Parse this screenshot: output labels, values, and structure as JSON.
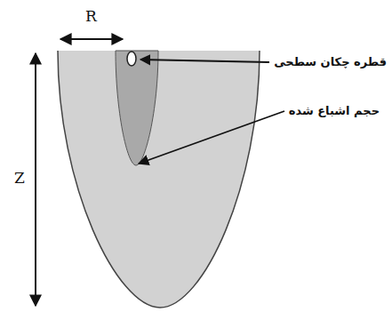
{
  "diagram": {
    "labels": [
      "R",
      "Z",
      "قطره چکان سطحی",
      "حجم اشباع شده"
    ]
  }
}
